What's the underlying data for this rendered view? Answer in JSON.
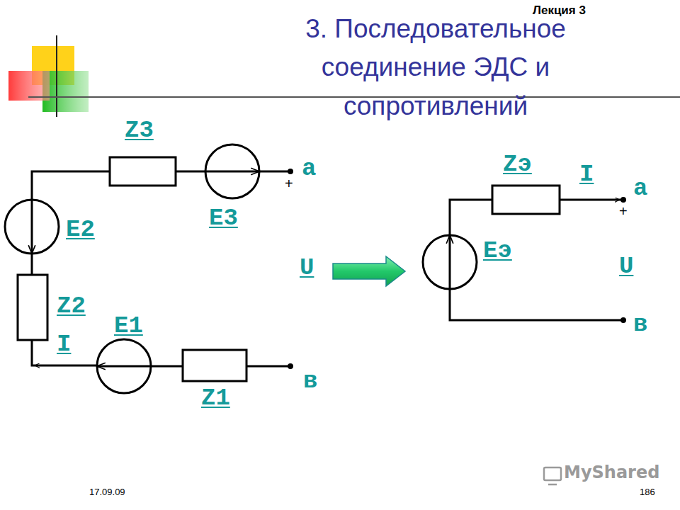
{
  "diagram": {
    "title": "3. Последовательное соединение ЭДС и сопротивлений",
    "labels": [
      "Лекция 3",
      "Z3",
      "E3",
      "a",
      "+",
      "E2",
      "Z2",
      "I",
      "E1",
      "Z1",
      "в",
      "U",
      "Zэ",
      "I",
      "a",
      "+",
      "Eэ",
      "U",
      "в",
      "17.09.09",
      "186",
      "MyShared"
    ]
  }
}
